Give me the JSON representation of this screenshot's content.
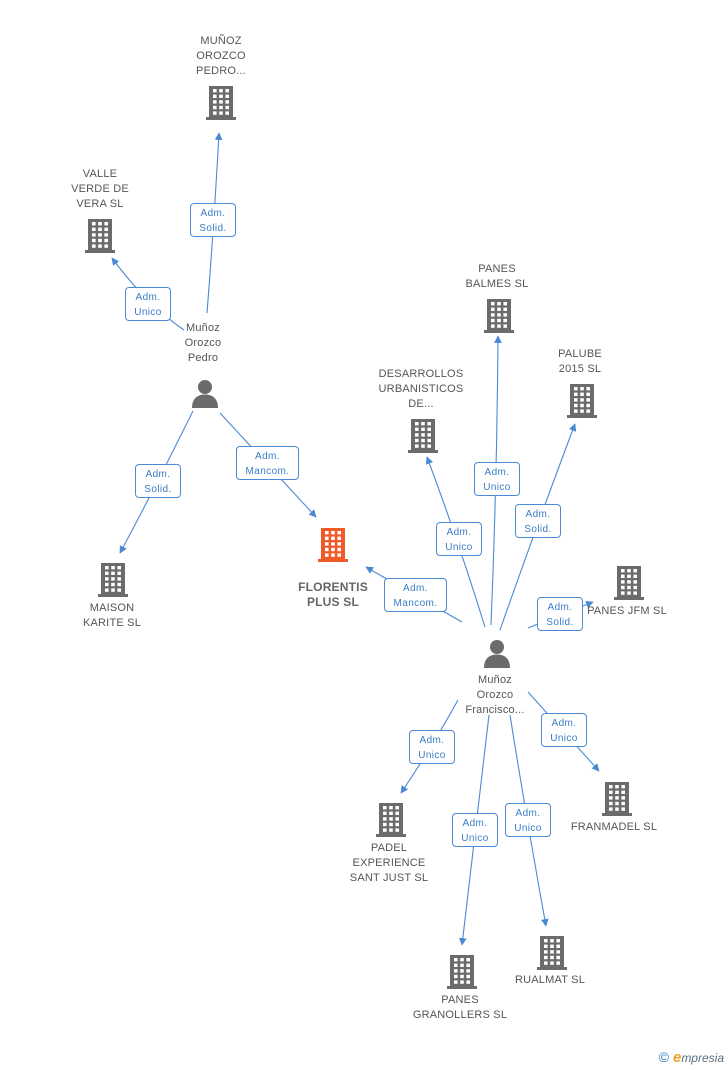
{
  "colors": {
    "edge": "#4a8ad4",
    "building": "#6b6b6b",
    "building_highlight": "#f05a28",
    "person": "#6b6b6b"
  },
  "nodes": [
    {
      "id": "florentis",
      "type": "company",
      "highlight": true,
      "label": "FLORENTIS\nPLUS SL"
    },
    {
      "id": "pedro_person",
      "type": "person",
      "label": "Muñoz\nOrozco\nPedro"
    },
    {
      "id": "francisco_person",
      "type": "person",
      "label": "Muñoz\nOrozco\nFrancisco..."
    },
    {
      "id": "munoz_orozco_pedro_co",
      "type": "company",
      "label": "MUÑOZ\nOROZCO\nPEDRO..."
    },
    {
      "id": "valle_verde",
      "type": "company",
      "label": "VALLE\nVERDE DE\nVERA SL"
    },
    {
      "id": "maison_karite",
      "type": "company",
      "label": "MAISON\nKARITE SL"
    },
    {
      "id": "panes_balmes",
      "type": "company",
      "label": "PANES\nBALMES SL"
    },
    {
      "id": "palube",
      "type": "company",
      "label": "PALUBE\n2015 SL"
    },
    {
      "id": "desarrollos",
      "type": "company",
      "label": "DESARROLLOS\nURBANISTICOS\nDE..."
    },
    {
      "id": "panes_jfm",
      "type": "company",
      "label": "PANES JFM SL"
    },
    {
      "id": "franmadel",
      "type": "company",
      "label": "FRANMADEL SL"
    },
    {
      "id": "padel",
      "type": "company",
      "label": "PADEL\nEXPERIENCE\nSANT JUST SL"
    },
    {
      "id": "panes_granollers",
      "type": "company",
      "label": "PANES\nGRANOLLERS SL"
    },
    {
      "id": "rualmat",
      "type": "company",
      "label": "RUALMAT SL"
    }
  ],
  "relations": [
    {
      "id": "r1",
      "from": "pedro_person",
      "to": "munoz_orozco_pedro_co",
      "label": "Adm.\nSolid."
    },
    {
      "id": "r2",
      "from": "pedro_person",
      "to": "valle_verde",
      "label": "Adm.\nUnico"
    },
    {
      "id": "r3",
      "from": "pedro_person",
      "to": "maison_karite",
      "label": "Adm.\nSolid."
    },
    {
      "id": "r4",
      "from": "pedro_person",
      "to": "florentis",
      "label": "Adm.\nMancom."
    },
    {
      "id": "r5",
      "from": "francisco_person",
      "to": "florentis",
      "label": "Adm.\nMancom."
    },
    {
      "id": "r6",
      "from": "francisco_person",
      "to": "desarrollos",
      "label": "Adm.\nUnico"
    },
    {
      "id": "r7",
      "from": "francisco_person",
      "to": "panes_balmes",
      "label": "Adm.\nUnico"
    },
    {
      "id": "r8",
      "from": "francisco_person",
      "to": "palube",
      "label": "Adm.\nSolid."
    },
    {
      "id": "r9",
      "from": "francisco_person",
      "to": "panes_jfm",
      "label": "Adm.\nSolid."
    },
    {
      "id": "r10",
      "from": "francisco_person",
      "to": "franmadel",
      "label": "Adm.\nUnico"
    },
    {
      "id": "r11",
      "from": "francisco_person",
      "to": "padel",
      "label": "Adm.\nUnico"
    },
    {
      "id": "r12",
      "from": "francisco_person",
      "to": "panes_granollers",
      "label": "Adm.\nUnico"
    },
    {
      "id": "r13",
      "from": "francisco_person",
      "to": "rualmat",
      "label": "Adm.\nUnico"
    }
  ],
  "brand": {
    "copyright": "©",
    "name_initial": "e",
    "name_rest": "mpresia",
    "icon": "copyright-icon"
  }
}
